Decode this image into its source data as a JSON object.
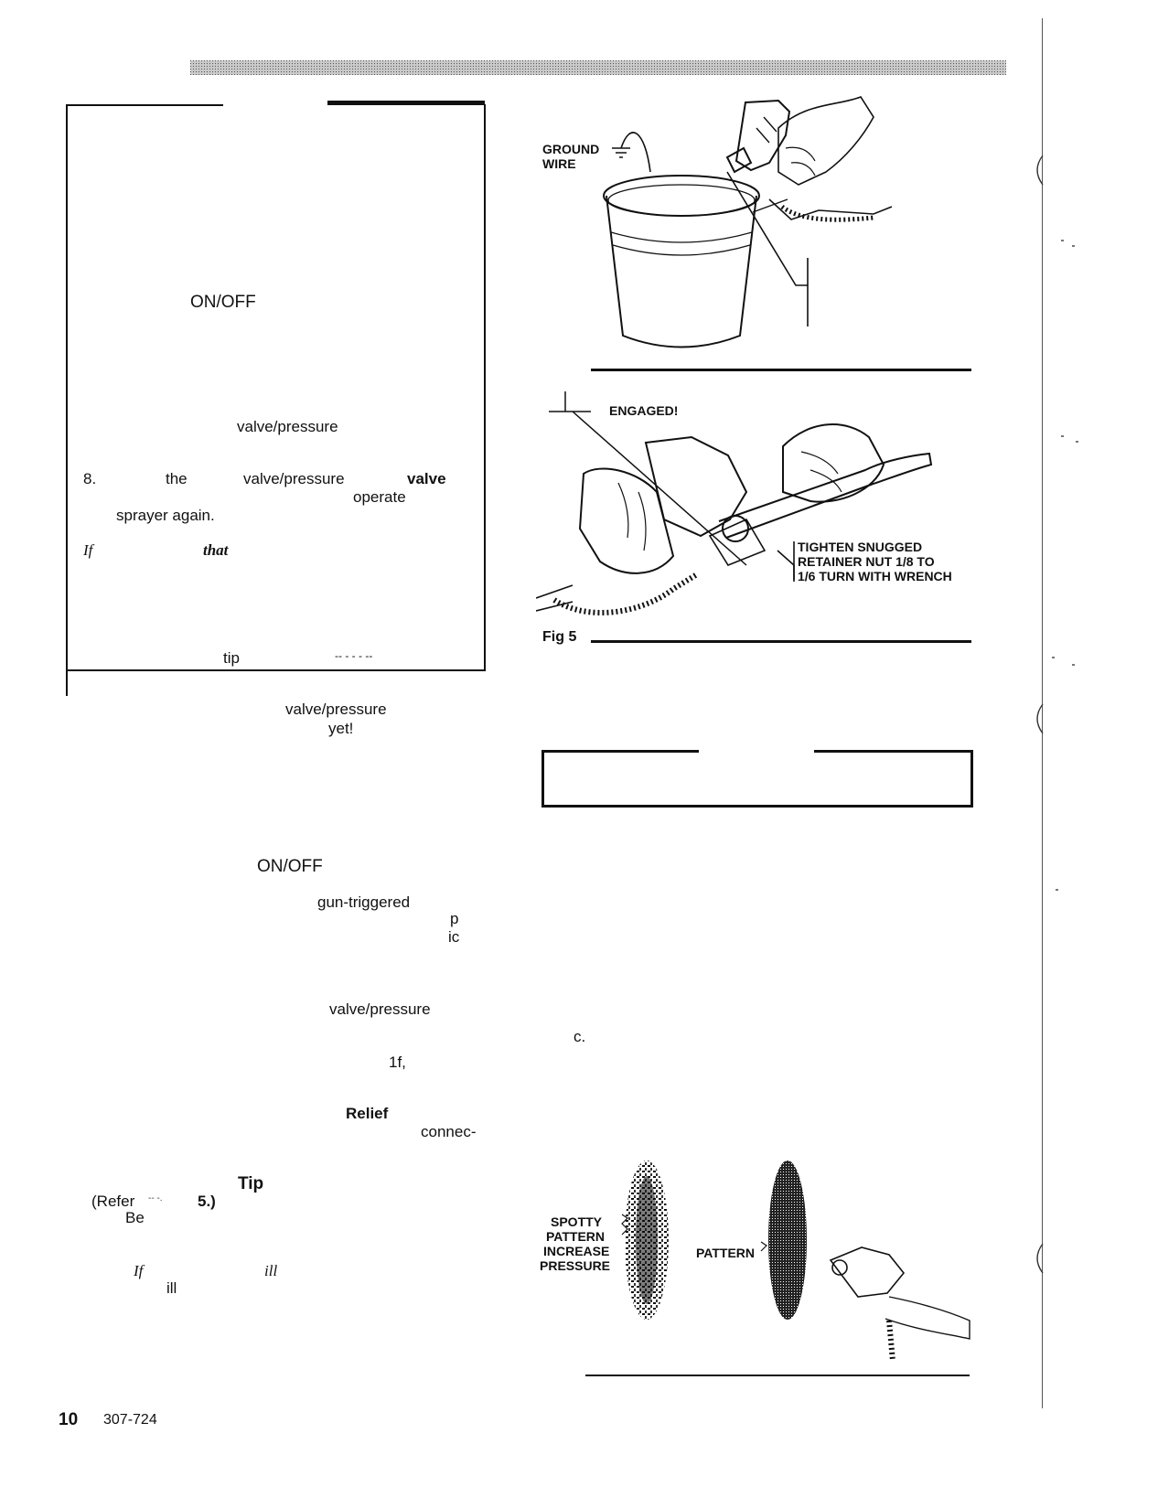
{
  "header": {
    "band": ""
  },
  "left_column": {
    "box_words": {
      "on_off": "ON/OFF",
      "valve_pressure_1": "valve/pressure",
      "step_number": "8.",
      "the": "the",
      "valve_pressure_2": "valve/pressure",
      "valve": "valve",
      "operate": "operate",
      "sprayer_again": "sprayer again.",
      "if": "If",
      "that": "that",
      "tip": "tip",
      "dashes": "-- - - - --"
    },
    "body_words": {
      "valve_pressure_3": "valve/pressure",
      "yet": "yet!",
      "on_off": "ON/OFF",
      "gun_triggered": "gun-triggered",
      "frag_p": "p",
      "frag_ic": "ic",
      "valve_pressure_4": "valve/pressure",
      "frag_1f": "1f,",
      "relief": "Relief",
      "connec": "connec-",
      "tip": "Tip",
      "refer": "(Refer",
      "refer_fig": "5.)",
      "be": "Be",
      "if": "If",
      "ill_1": "ill",
      "ill_2": "ill"
    }
  },
  "figures": {
    "ground": {
      "label_line1": "GROUND",
      "label_line2": "WIRE"
    },
    "fig5": {
      "engaged_label": "ENGAGED!",
      "callout_line1": "TIGHTEN SNUGGED",
      "callout_line2": "RETAINER NUT 1/8 TO",
      "callout_line3": "1/6 TURN WITH WRENCH",
      "caption": "Fig 5"
    },
    "pattern": {
      "spotty_label_line1": "SPOTTY",
      "spotty_label_line2": "PATTERN",
      "spotty_label_line3": "INCREASE",
      "spotty_label_line4": "PRESSURE",
      "pattern_label": "PATTERN"
    }
  },
  "right_column": {
    "frag_c": "c."
  },
  "footer": {
    "page_number": "10",
    "doc_number": "307-724"
  }
}
